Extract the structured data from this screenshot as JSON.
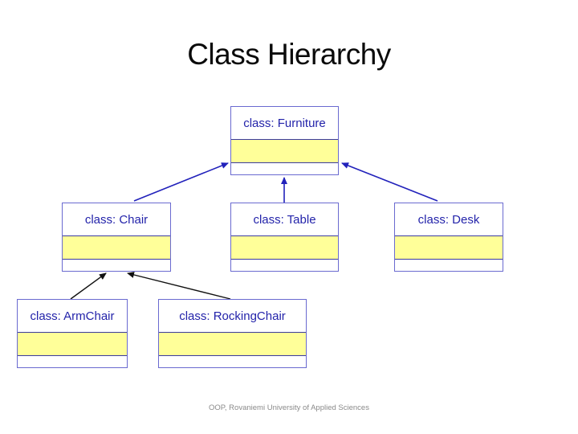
{
  "slide": {
    "title": "Class Hierarchy",
    "footer": "OOP, Rovaniemi University of Applied Sciences"
  },
  "diagram": {
    "classes": [
      {
        "id": "furniture",
        "label": "class: Furniture",
        "attributes": "",
        "operations": ""
      },
      {
        "id": "chair",
        "label": "class: Chair",
        "attributes": "",
        "operations": ""
      },
      {
        "id": "table",
        "label": "class: Table",
        "attributes": "",
        "operations": ""
      },
      {
        "id": "desk",
        "label": "class: Desk",
        "attributes": "",
        "operations": ""
      },
      {
        "id": "armchair",
        "label": "class: ArmChair",
        "attributes": "",
        "operations": ""
      },
      {
        "id": "rockingchair",
        "label": "class: RockingChair",
        "attributes": "",
        "operations": ""
      }
    ],
    "relations": [
      {
        "from": "Chair",
        "to": "Furniture",
        "type": "inheritance",
        "color": "#2222bb"
      },
      {
        "from": "Table",
        "to": "Furniture",
        "type": "inheritance",
        "color": "#2222bb"
      },
      {
        "from": "Desk",
        "to": "Furniture",
        "type": "inheritance",
        "color": "#2222bb"
      },
      {
        "from": "ArmChair",
        "to": "Chair",
        "type": "inheritance",
        "color": "#111111"
      },
      {
        "from": "RockingChair",
        "to": "Chair",
        "type": "inheritance",
        "color": "#111111"
      }
    ],
    "colors": {
      "attribute_fill": "#ffff99",
      "compartment_border": "#3b3b9e",
      "outer_border": "#6a6ad0",
      "label_text": "#2323aa",
      "arrow_blue": "#2222bb",
      "arrow_black": "#111111",
      "title_text": "#0a0a0a",
      "footer_text": "#8a8a8a"
    }
  }
}
